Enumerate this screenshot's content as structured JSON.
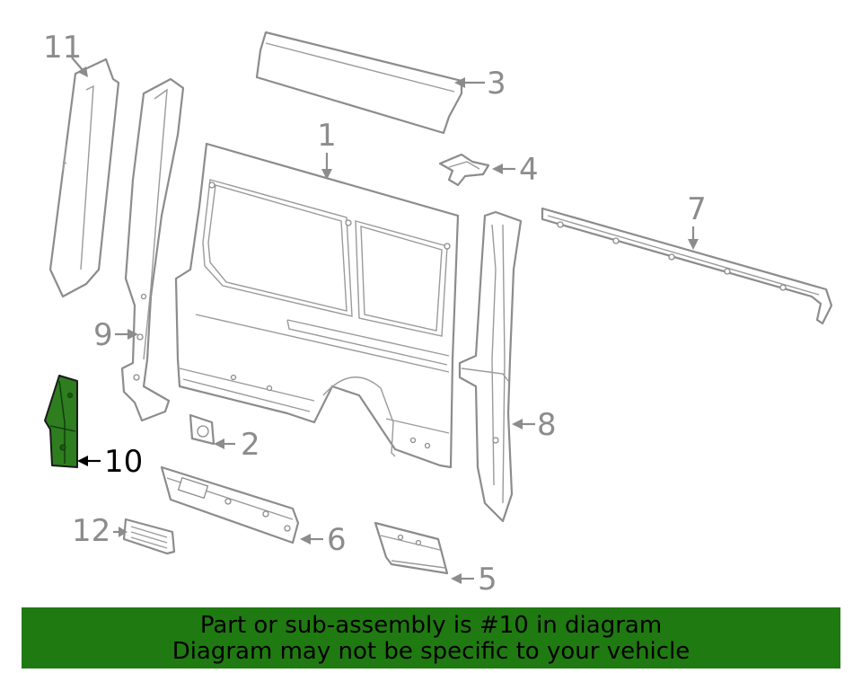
{
  "diagram": {
    "highlighted_part": "10",
    "callouts": [
      {
        "id": "1",
        "label": "1"
      },
      {
        "id": "2",
        "label": "2"
      },
      {
        "id": "3",
        "label": "3"
      },
      {
        "id": "4",
        "label": "4"
      },
      {
        "id": "5",
        "label": "5"
      },
      {
        "id": "6",
        "label": "6"
      },
      {
        "id": "7",
        "label": "7"
      },
      {
        "id": "8",
        "label": "8"
      },
      {
        "id": "9",
        "label": "9"
      },
      {
        "id": "10",
        "label": "10"
      },
      {
        "id": "11",
        "label": "11"
      },
      {
        "id": "12",
        "label": "12"
      }
    ],
    "colors": {
      "line": "#8c8c8c",
      "highlight_fill": "#2e7d1f",
      "banner_bg": "#207a12",
      "active_label": "#000000"
    }
  },
  "banner": {
    "line1": "Part or sub-assembly is #10 in diagram",
    "line2": "Diagram may not be specific to your vehicle"
  }
}
